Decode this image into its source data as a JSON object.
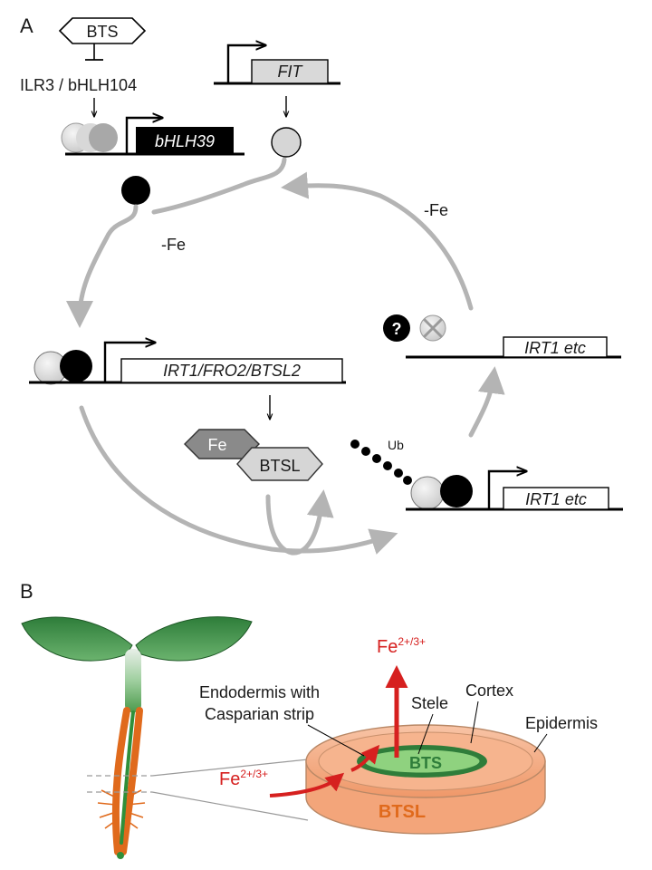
{
  "panels": {
    "a": "A",
    "b": "B"
  },
  "top": {
    "bts": "BTS",
    "ilr3": "ILR3 / bHLH104",
    "bhlh39": "bHLH39",
    "fit": "FIT",
    "minus_fe_left": "-Fe",
    "minus_fe_right": "-Fe",
    "irt1_fro2": "IRT1/FRO2/BTSL2",
    "irt1_etc_top": "IRT1 etc",
    "irt1_etc_bottom": "IRT1 etc",
    "question": "?",
    "ub": "Ub",
    "fe_hex": "Fe",
    "btsl_hex": "BTSL"
  },
  "bottom": {
    "fe_top": "Fe",
    "fe_top_sup": "2+/3+",
    "fe_left": "Fe",
    "fe_left_sup": "2+/3+",
    "endodermis_1": "Endodermis with",
    "endodermis_2": "Casparian strip",
    "stele": "Stele",
    "cortex": "Cortex",
    "epidermis": "Epidermis",
    "bts_center": "BTS",
    "btsl_ring": "BTSL"
  },
  "colors": {
    "arrow_gray": "#b4b4b4",
    "red": "#d6201f",
    "orange": "#f3a57a",
    "green": "#3fa24a",
    "leaf_green": "#2e7d3a"
  }
}
